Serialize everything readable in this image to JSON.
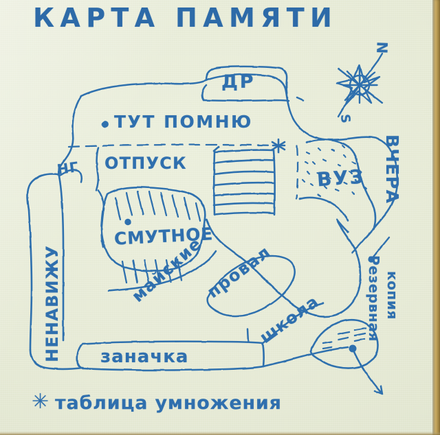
{
  "document": {
    "title": "КАРТА ПАМЯТИ",
    "medium": "hand-drawn ink map on paper",
    "ink_color": "#2f6fae",
    "paper_color": "#e9edd9",
    "edge_color": "#c0a360"
  },
  "compass": {
    "north_label": "N",
    "south_label": "S"
  },
  "regions": [
    {
      "id": "dr",
      "label": "ДР",
      "kind": "boxed-area"
    },
    {
      "id": "tut-pomnyu",
      "label": "ТУТ ПОМНЮ",
      "kind": "point-label",
      "marker": "dot"
    },
    {
      "id": "ng",
      "label": "НГ",
      "kind": "small-area"
    },
    {
      "id": "otpusk",
      "label": "ОТПУСК",
      "kind": "area"
    },
    {
      "id": "smutnoe",
      "label": "СМУТНОЕ",
      "kind": "hatched-area",
      "marker": "dot"
    },
    {
      "id": "vuz",
      "label": "ВУЗ",
      "kind": "stippled-area"
    },
    {
      "id": "mayskie",
      "label": "майские",
      "kind": "diagonal-label"
    },
    {
      "id": "proval",
      "label": "провал",
      "kind": "diagonal-label"
    },
    {
      "id": "shkola",
      "label": "школа",
      "kind": "diagonal-label"
    },
    {
      "id": "zanachka",
      "label": "заначка",
      "kind": "boxed-area"
    },
    {
      "id": "vchera",
      "label": "ВЧЕРА",
      "kind": "vertical-edge-label"
    },
    {
      "id": "nenavizhu",
      "label": "НЕНАВИЖУ",
      "kind": "vertical-edge-label"
    },
    {
      "id": "rezervnaya",
      "label": "Резервная",
      "kind": "vertical-label"
    },
    {
      "id": "kopiya",
      "label": "копия",
      "kind": "vertical-label"
    }
  ],
  "markers": {
    "asterisk_glyph": "✳",
    "dot_glyph": "•"
  },
  "legend": {
    "symbol": "✳",
    "text": "таблица умножения"
  }
}
